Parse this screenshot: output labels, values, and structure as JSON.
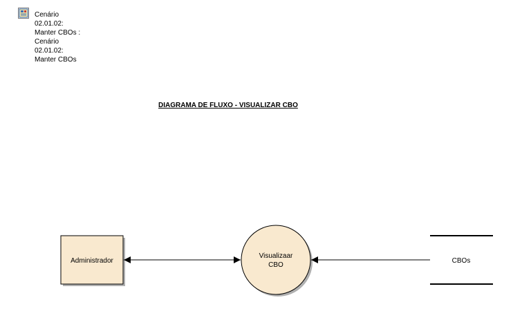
{
  "note": {
    "icon": "scenario-note-icon",
    "lines": [
      "Cenário",
      "02.01.02:",
      "Manter CBOs :",
      "Cenário",
      "02.01.02:",
      "Manter CBOs"
    ]
  },
  "diagram": {
    "title": "DIAGRAMA DE FLUXO - VISUALIZAR CBO",
    "external_entity": {
      "label": "Administrador"
    },
    "process": {
      "label_line1": "Visualizaar",
      "label_line2": "CBO"
    },
    "data_store": {
      "label": "CBOs"
    },
    "colors": {
      "shape_fill": "#f9e9cf",
      "shape_stroke": "#000000",
      "shadow": "#b0b0b0"
    }
  }
}
